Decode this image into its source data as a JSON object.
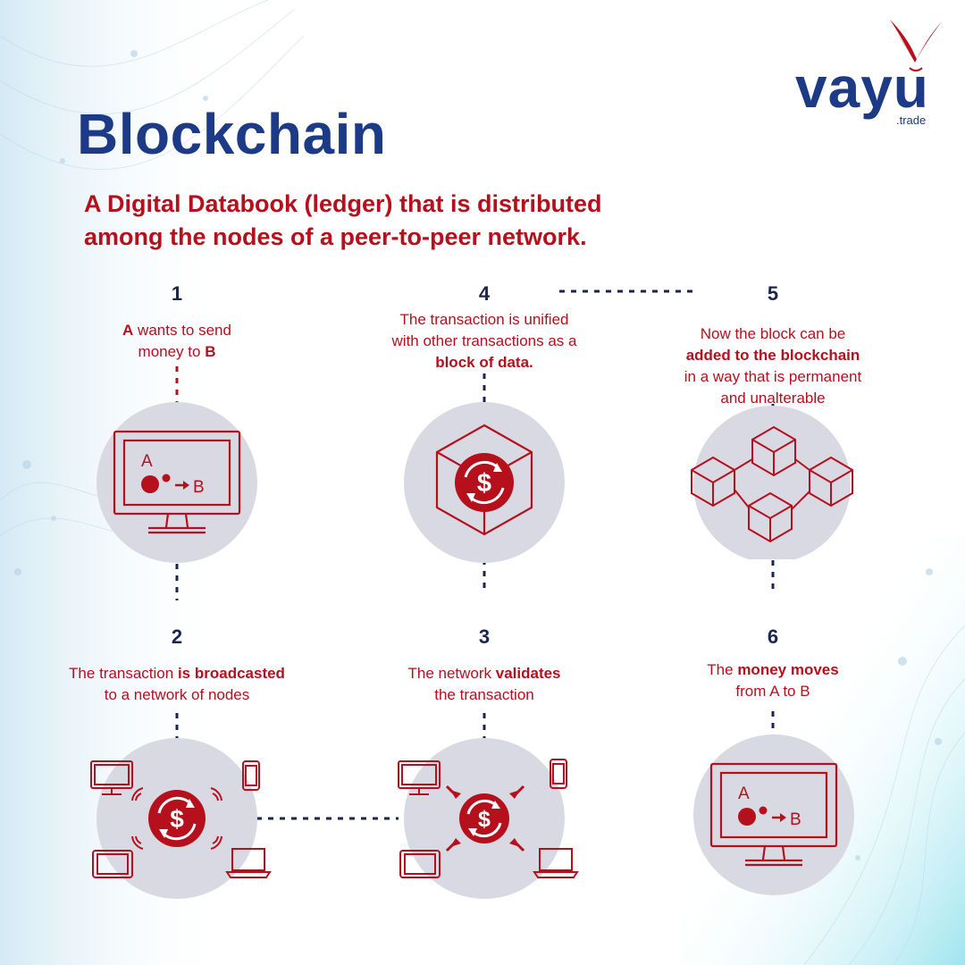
{
  "brand": {
    "wordmark": "vayu",
    "sub": ".trade",
    "colors": {
      "navy": "#1d3a87",
      "red": "#b5101c",
      "circle": "#d8d9e3",
      "dark": "#1b2550"
    }
  },
  "header": {
    "title": "Blockchain",
    "subtitle_line1": "A Digital Databook (ledger) that is distributed",
    "subtitle_line2": "among the nodes of a peer-to-peer network."
  },
  "steps": [
    {
      "number": "1",
      "lines": [
        [
          {
            "t": "A",
            "b": true
          },
          {
            "t": " wants to send",
            "b": false
          }
        ],
        [
          {
            "t": "money to ",
            "b": false
          },
          {
            "t": "B",
            "b": true
          }
        ]
      ],
      "icon": "monitor-a-to-b-icon"
    },
    {
      "number": "2",
      "lines": [
        [
          {
            "t": "The transaction ",
            "b": false
          },
          {
            "t": "is broadcasted",
            "b": true
          }
        ],
        [
          {
            "t": "to a network of nodes",
            "b": false
          }
        ]
      ],
      "icon": "broadcast-network-icon"
    },
    {
      "number": "3",
      "lines": [
        [
          {
            "t": "The network ",
            "b": false
          },
          {
            "t": "validates",
            "b": true
          }
        ],
        [
          {
            "t": "the transaction",
            "b": false
          }
        ]
      ],
      "icon": "validation-network-icon"
    },
    {
      "number": "4",
      "lines": [
        [
          {
            "t": "The transaction is unified",
            "b": false
          }
        ],
        [
          {
            "t": "with other transactions as a",
            "b": false
          }
        ],
        [
          {
            "t": "block of data.",
            "b": true
          }
        ]
      ],
      "icon": "data-block-cube-icon"
    },
    {
      "number": "5",
      "lines": [
        [
          {
            "t": "Now the block can be",
            "b": false
          }
        ],
        [
          {
            "t": "added to the blockchain",
            "b": true
          }
        ],
        [
          {
            "t": "in a way that is permanent",
            "b": false
          }
        ],
        [
          {
            "t": "and unalterable",
            "b": false
          }
        ]
      ],
      "icon": "blockchain-cubes-icon"
    },
    {
      "number": "6",
      "lines": [
        [
          {
            "t": "The ",
            "b": false
          },
          {
            "t": "money moves",
            "b": true
          }
        ],
        [
          {
            "t": "from A to B",
            "b": false
          }
        ]
      ],
      "icon": "monitor-a-to-b-icon"
    }
  ],
  "icon_labels": {
    "a": "A",
    "b": "B",
    "dollar": "$"
  }
}
